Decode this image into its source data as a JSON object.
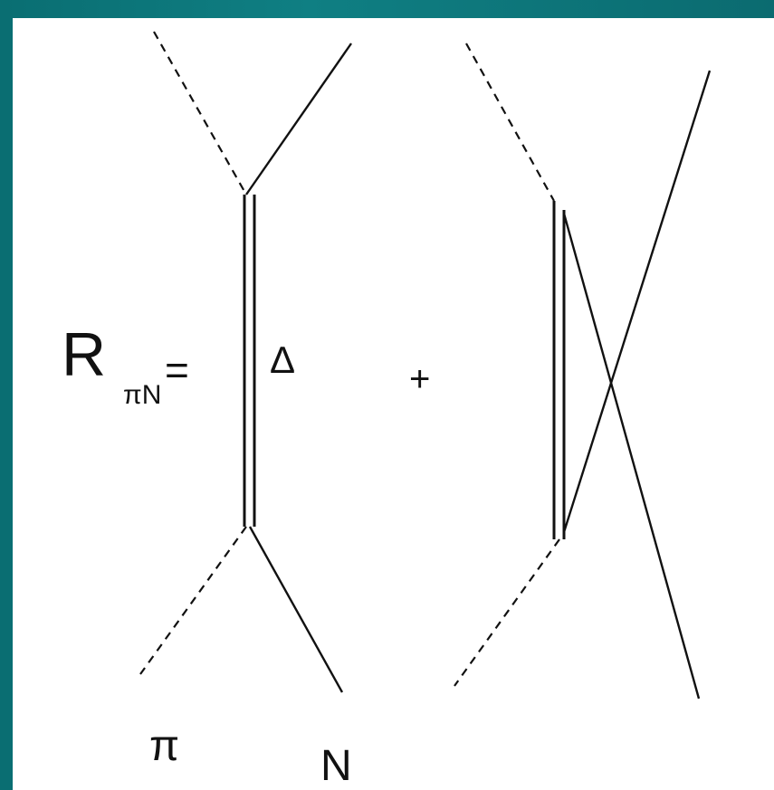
{
  "diagram": {
    "lhs_symbol": "R",
    "lhs_subscript": "πN",
    "equals": "=",
    "propagator_label": "Δ",
    "plus": "+",
    "pion_label": "π",
    "nucleon_label": "N"
  },
  "colors": {
    "frame_border": "#0b7377",
    "background": "#ffffff",
    "ink": "#111111"
  }
}
